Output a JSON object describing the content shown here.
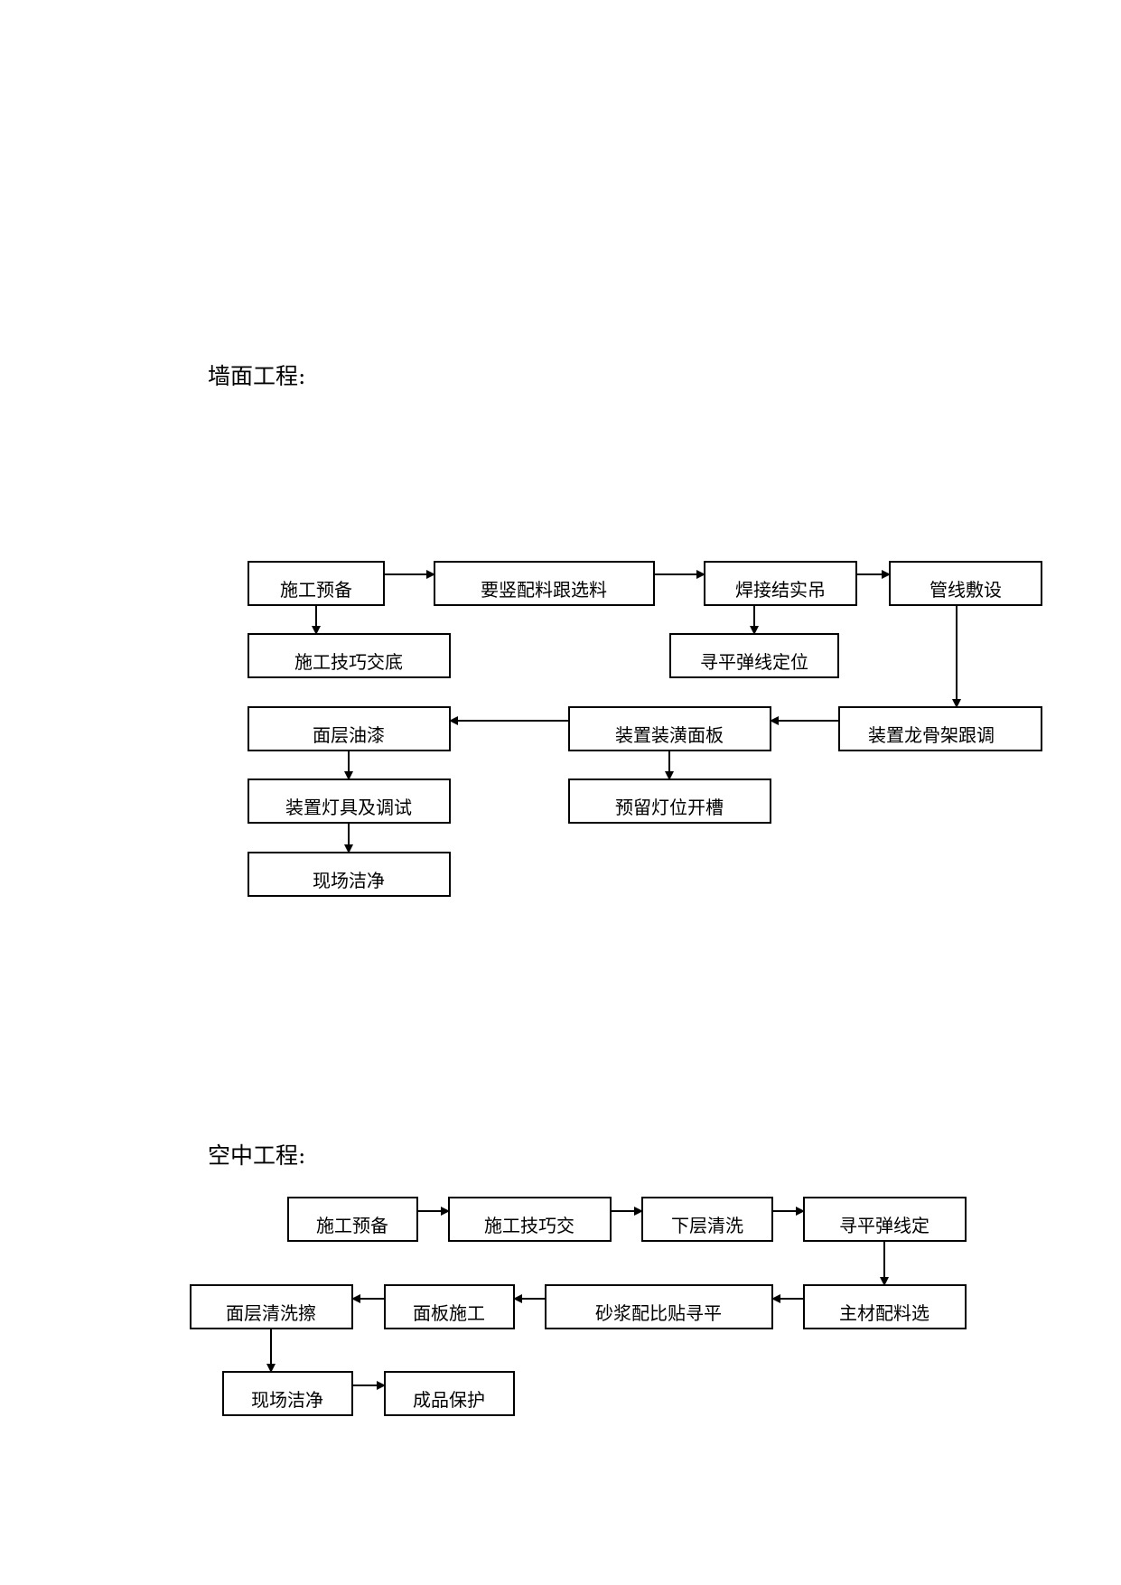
{
  "wall": {
    "heading": "墙面工程:",
    "boxes": {
      "prep": "施工预备",
      "material": "要竖配料跟选料",
      "weld": "焊接结实吊",
      "pipe": "管线敷设",
      "tech": "施工技巧交底",
      "level": "寻平弹线定位",
      "paint": "面层油漆",
      "panel": "装置装潢面板",
      "keel": "装置龙骨架跟调",
      "lamp": "装置灯具及调试",
      "slot": "预留灯位开槽",
      "clean": "现场洁净"
    }
  },
  "ceiling": {
    "heading": "空中工程:",
    "boxes": {
      "prep": "施工预备",
      "tech": "施工技巧交",
      "base": "下层清洗",
      "level": "寻平弹线定",
      "surface_clean": "面层清洗擦",
      "facing": "面板施工",
      "mortar": "砂浆配比贴寻平",
      "main_mat": "主材配料选",
      "site_clean": "现场洁净",
      "protect": "成品保护"
    }
  }
}
